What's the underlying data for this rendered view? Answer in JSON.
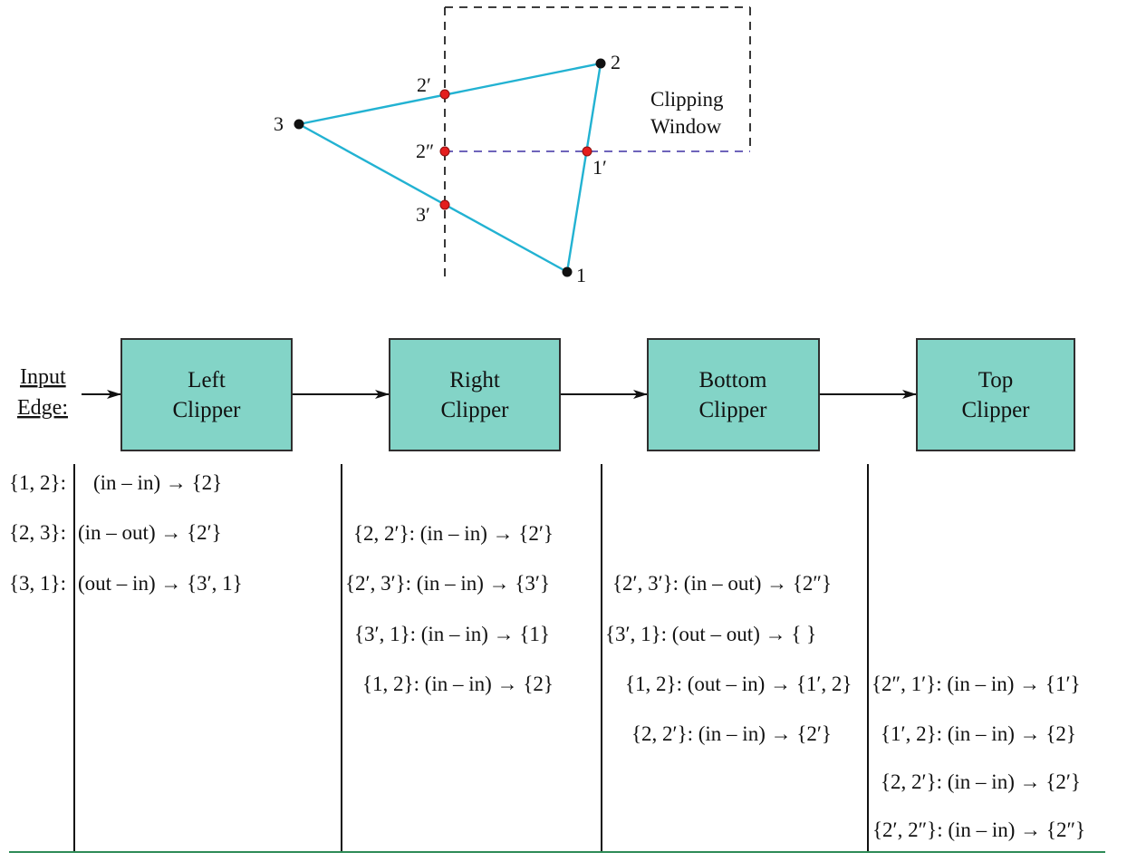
{
  "diagram": {
    "window_label_line1": "Clipping",
    "window_label_line2": "Window",
    "points": {
      "p1": "1",
      "p2": "2",
      "p3": "3",
      "p2prime": "2′",
      "p2dprime": "2″",
      "p1prime": "1′",
      "p3prime": "3′"
    },
    "colors": {
      "polygon": "#22b2d2",
      "window_black": "#222222",
      "window_bottom": "#5a4fb0",
      "original_point": "#111111",
      "intersection_point": "#e41e1e",
      "box_fill": "#83d4c7",
      "box_border": "#2f2f2f",
      "arrow_in_table": "#2c8a3a"
    }
  },
  "pipeline": {
    "input_label_line1": "Input",
    "input_label_line2": "Edge:",
    "boxes": [
      {
        "line1": "Left",
        "line2": "Clipper"
      },
      {
        "line1": "Right",
        "line2": "Clipper"
      },
      {
        "line1": "Bottom",
        "line2": "Clipper"
      },
      {
        "line1": "Top",
        "line2": "Clipper"
      }
    ]
  },
  "columns": {
    "input_edges": [
      "{1, 2}:",
      "{2, 3}:",
      "{3, 1}:"
    ],
    "left": [
      "(in – in) → {2}",
      "(in – out) → {2′}",
      "(out – in) → {3′, 1}"
    ],
    "right": [
      "{2, 2′}: (in – in) → {2′}",
      "{2′, 3′}: (in – in) → {3′}",
      "{3′, 1}: (in – in) → {1}",
      "{1, 2}: (in – in) → {2}"
    ],
    "bottom": [
      "{2′, 3′}: (in – out) → {2″}",
      "{3′, 1}: (out – out) → { }",
      "{1, 2}: (out – in) → {1′, 2}",
      "{2, 2′}: (in – in) → {2′}"
    ],
    "top": [
      "{2″, 1′}: (in – in)  → {1′}",
      "{1′, 2}: (in – in)  → {2}",
      "{2, 2′}: (in – in)  → {2′}",
      "{2′, 2″}: (in – in)  → {2″}"
    ]
  }
}
